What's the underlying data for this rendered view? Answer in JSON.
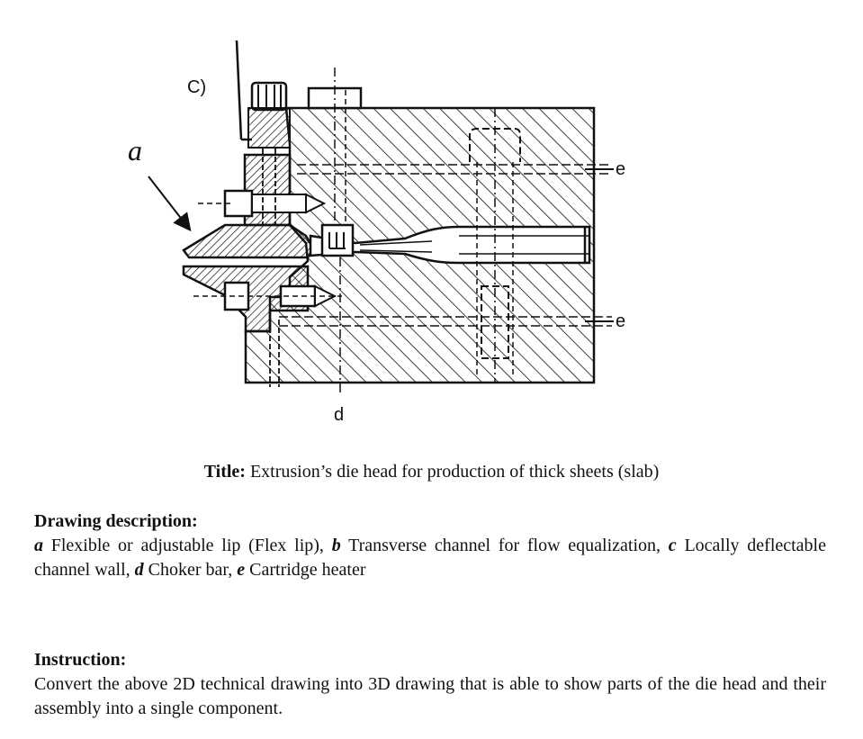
{
  "drawing": {
    "labels": {
      "a": "a",
      "c": "C)",
      "d": "d",
      "e_top": "e",
      "e_bottom": "e"
    }
  },
  "title": {
    "label": "Title:",
    "text": " Extrusion’s die head for production of thick sheets (slab)"
  },
  "description": {
    "heading": "Drawing description:",
    "items": [
      {
        "key": "a",
        "text": " Flexible or adjustable lip (Flex lip), "
      },
      {
        "key": "b",
        "text": " Transverse channel for flow equalization, "
      },
      {
        "key": "c",
        "text": " Locally deflectable channel wall, "
      },
      {
        "key": "d",
        "text": " Choker bar, "
      },
      {
        "key": "e",
        "text": " Cartridge heater"
      }
    ]
  },
  "instruction": {
    "heading": "Instruction:",
    "text": "Convert the above 2D technical drawing into 3D drawing that is able to show parts of the die head and their assembly into a single component."
  }
}
